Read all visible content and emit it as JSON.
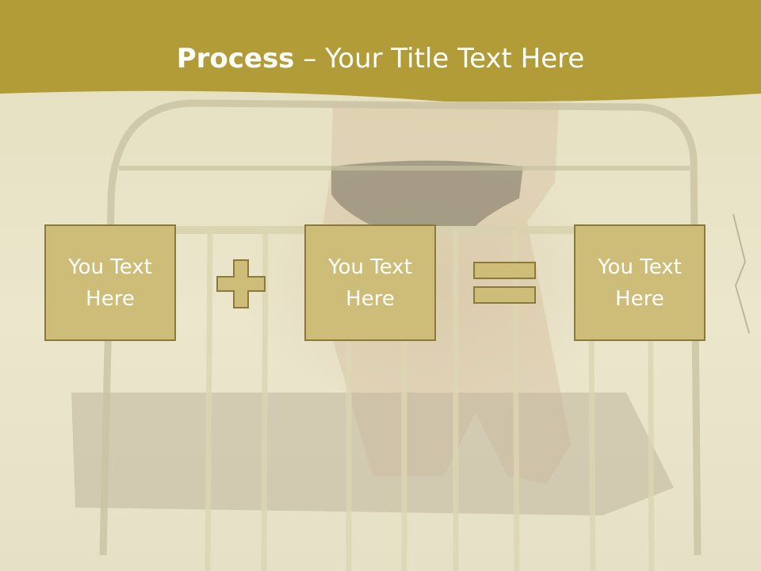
{
  "slide": {
    "title_bold": "Process",
    "title_rest": " – Your Title Text Here",
    "boxes": [
      {
        "text": "You Text\nHere"
      },
      {
        "text": "You Text\nHere"
      },
      {
        "text": "You Text\nHere"
      }
    ],
    "operators": [
      "plus-icon",
      "equals-icon"
    ]
  },
  "colors": {
    "header_gold": "#b39e3a",
    "box_fill": "#cdbd78",
    "box_border": "#8a7a3c",
    "text": "#ffffff"
  }
}
